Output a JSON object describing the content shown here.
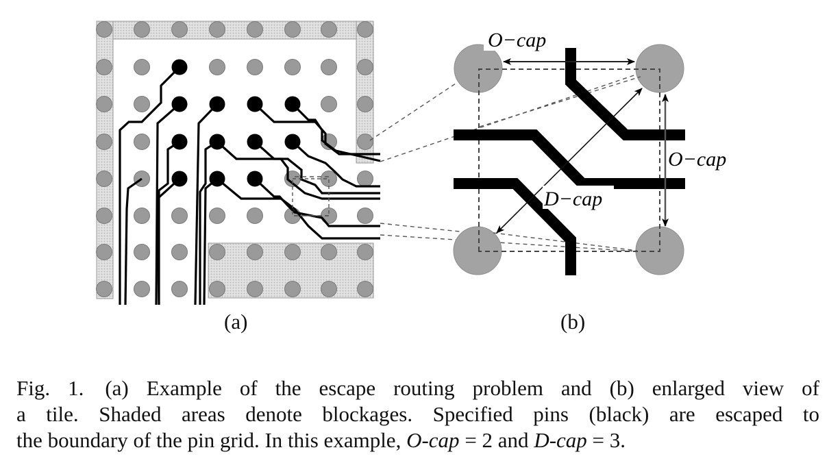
{
  "figure": {
    "number_label": "Fig. 1.",
    "subfigure_labels": {
      "a": "(a)",
      "b": "(b)"
    },
    "panel_a": {
      "description": "8x8 pin grid with shaded blockages and escape-routed black pins",
      "grid_rows": 8,
      "grid_cols": 8,
      "specified_pins": [
        [
          1,
          2
        ],
        [
          2,
          2
        ],
        [
          2,
          3
        ],
        [
          2,
          4
        ],
        [
          2,
          5
        ],
        [
          3,
          2
        ],
        [
          3,
          3
        ],
        [
          3,
          4
        ],
        [
          3,
          5
        ],
        [
          4,
          2
        ],
        [
          4,
          3
        ],
        [
          4,
          4
        ]
      ],
      "blockages": [
        "top-row",
        "left-column",
        "right-column-upper",
        "bottom-right-region"
      ],
      "colors": {
        "pin": "#9a9a9a",
        "pin_outline": "#7a7a7a",
        "specified_pin": "#000000",
        "trace": "#000000",
        "blockage": "#d6d6d6"
      }
    },
    "panel_b": {
      "description": "Enlarged view of a tile with four pins and three wires",
      "labels": {
        "o_cap_top": "O−cap",
        "o_cap_right": "O−cap",
        "d_cap": "D−cap"
      },
      "colors": {
        "pin": "#a3a3a3",
        "wire": "#000000",
        "dash": "#444444"
      }
    }
  },
  "caption": {
    "lines": [
      [
        {
          "t": "Fig. 1. (a) Example of the escape routing problem and (b) enlarged view of",
          "i": false
        }
      ],
      [
        {
          "t": "a tile. Shaded areas denote blockages. Specified pins (black) are escaped to",
          "i": false
        }
      ],
      [
        {
          "t": "the boundary of the pin grid. In this example, ",
          "i": false
        },
        {
          "t": "O-cap",
          "i": true
        },
        {
          "t": " = 2 and ",
          "i": false
        },
        {
          "t": "D-cap",
          "i": true
        },
        {
          "t": " = 3.",
          "i": false
        }
      ]
    ]
  }
}
